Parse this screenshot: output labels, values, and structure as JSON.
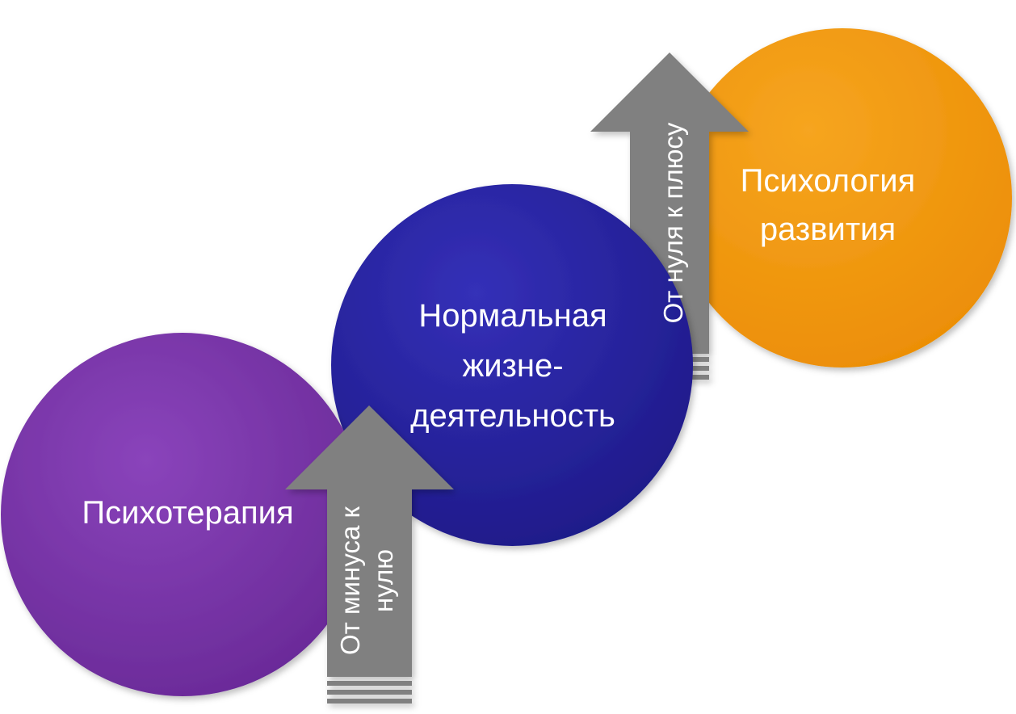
{
  "diagram": {
    "circles": {
      "psychotherapy": {
        "label": "Психотерапия",
        "color": "#7a35a8"
      },
      "normal_life": {
        "lines": [
          "Нормальная",
          "жизне-",
          "деятельность"
        ],
        "color": "#2a22a0"
      },
      "development": {
        "lines": [
          "Психология",
          "развития"
        ],
        "color": "#f29a10"
      }
    },
    "arrows": {
      "minus_to_zero": {
        "lines": [
          "От минуса к",
          "нулю"
        ],
        "color": "#808080"
      },
      "zero_to_plus": {
        "lines": [
          "От нуля к плюсу"
        ],
        "color": "#808080"
      }
    }
  }
}
